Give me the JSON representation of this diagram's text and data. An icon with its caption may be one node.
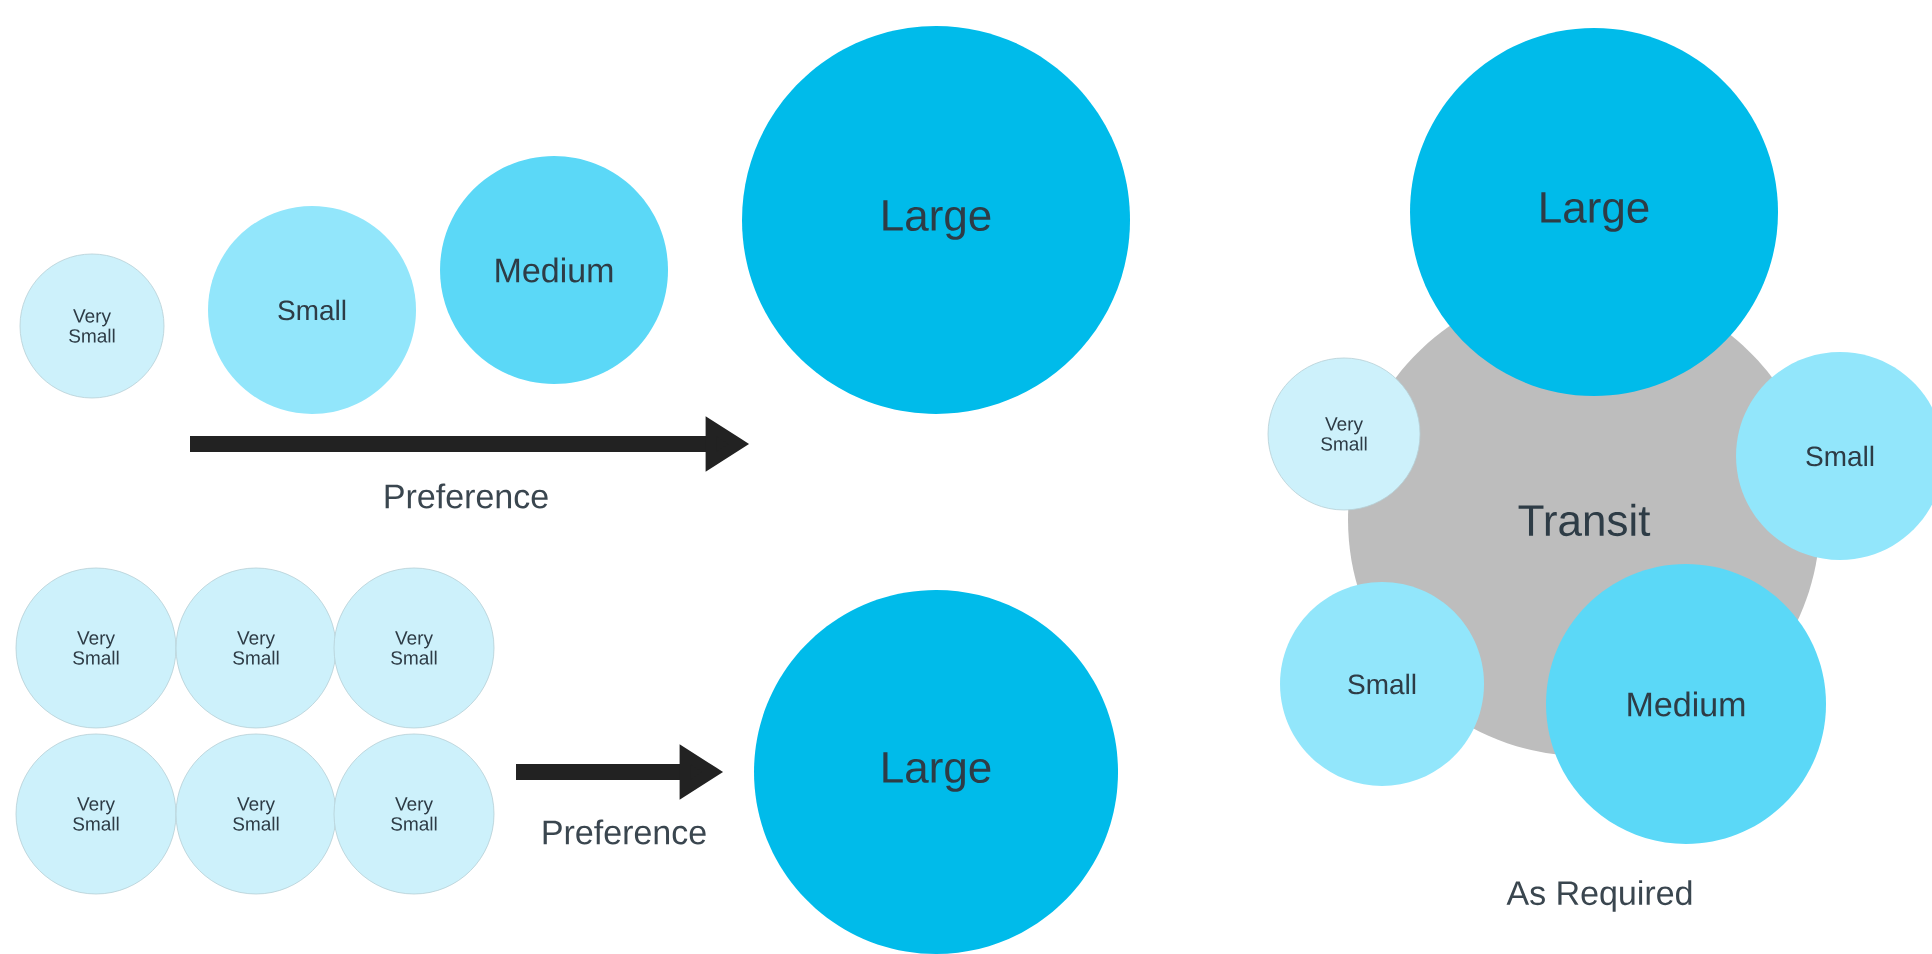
{
  "diagram": {
    "nodes": [
      {
        "text": [
          "Very Small"
        ]
      },
      {
        "text": [
          "Small"
        ]
      },
      {
        "text": [
          "Medium"
        ]
      },
      {
        "text": [
          "Large"
        ]
      },
      {
        "text": [
          "Very Small"
        ]
      },
      {
        "text": [
          "Very Small"
        ]
      },
      {
        "text": [
          "Very Small"
        ]
      },
      {
        "text": [
          "Very Small"
        ]
      },
      {
        "text": [
          "Very Small"
        ]
      },
      {
        "text": [
          "Very Small"
        ]
      },
      {
        "text": [
          "Large"
        ]
      },
      {
        "text": [
          "Transit"
        ]
      },
      {
        "text": [
          "Large"
        ]
      },
      {
        "text": [
          "Very Small"
        ]
      },
      {
        "text": [
          "Small"
        ]
      },
      {
        "text": [
          "Small"
        ]
      },
      {
        "text": [
          "Medium"
        ]
      }
    ],
    "edges": [
      {
        "from": null,
        "to": 3,
        "arrow": "to",
        "label": "Preference"
      },
      {
        "from": null,
        "to": 10,
        "arrow": "to",
        "label": "Preference"
      }
    ],
    "labels": [
      "As Required"
    ]
  }
}
